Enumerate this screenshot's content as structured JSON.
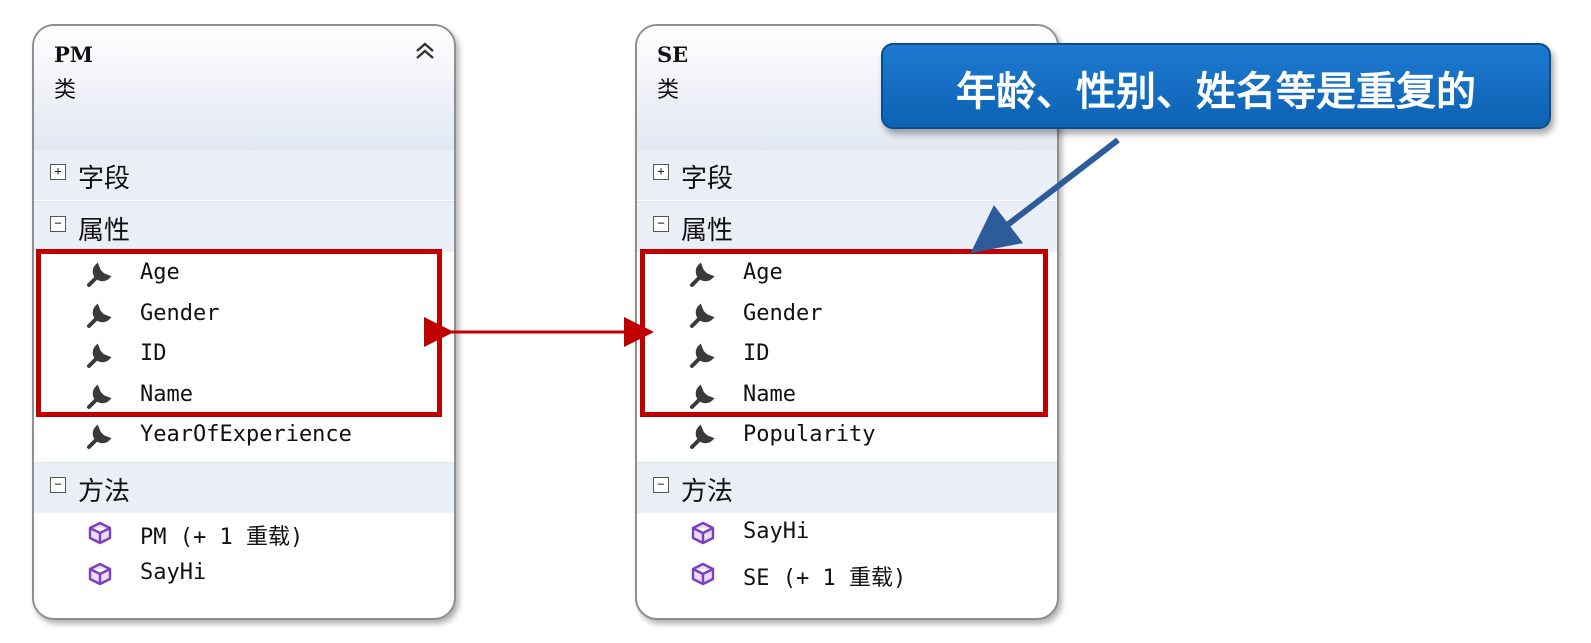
{
  "callout": {
    "text": "年龄、性别、姓名等是重复的"
  },
  "classes": [
    {
      "name": "PM",
      "kind": "类",
      "sections": {
        "fields": {
          "label": "字段",
          "toggle": "+"
        },
        "properties": {
          "label": "属性",
          "toggle": "−",
          "items": [
            "Age",
            "Gender",
            "ID",
            "Name",
            "YearOfExperience"
          ]
        },
        "methods": {
          "label": "方法",
          "toggle": "−",
          "items": [
            "PM (+ 1 重载)",
            "SayHi"
          ]
        }
      }
    },
    {
      "name": "SE",
      "kind": "类",
      "sections": {
        "fields": {
          "label": "字段",
          "toggle": "+"
        },
        "properties": {
          "label": "属性",
          "toggle": "−",
          "items": [
            "Age",
            "Gender",
            "ID",
            "Name",
            "Popularity"
          ]
        },
        "methods": {
          "label": "方法",
          "toggle": "−",
          "items": [
            "SayHi",
            "SE (+ 1 重载)"
          ]
        }
      }
    }
  ],
  "colors": {
    "highlight": "#c00000",
    "callout": "#1570c4",
    "method_icon": "#7b3fbf",
    "property_icon": "#3a3a3a"
  },
  "icons": {
    "property": "wrench-icon",
    "method": "cube-icon",
    "collapse": "double-chevron-up-icon"
  }
}
